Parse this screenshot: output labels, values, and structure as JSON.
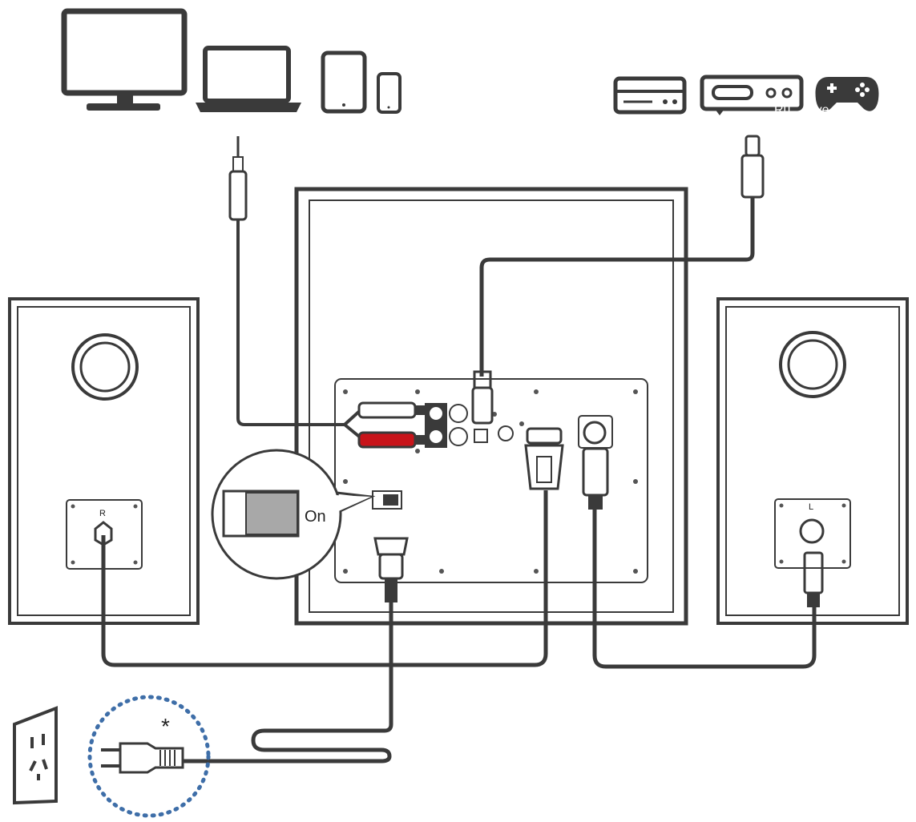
{
  "labels": {
    "power_switch_state": "On",
    "right_speaker": "R",
    "left_speaker": "L",
    "plug_note": "*",
    "watermark": "Ru... ...ve"
  },
  "colors": {
    "line": "#3a3a3a",
    "rca_red": "#c8141a",
    "rca_white": "#ffffff",
    "switch_on": "#a8a8a8",
    "dotted_circle": "#3e6ea8"
  },
  "devices": {
    "left_sources": [
      "monitor-icon",
      "laptop-icon",
      "tablet-icon",
      "phone-icon"
    ],
    "right_sources": [
      "dvd-player-icon",
      "set-top-box-icon",
      "gamepad-icon"
    ]
  }
}
